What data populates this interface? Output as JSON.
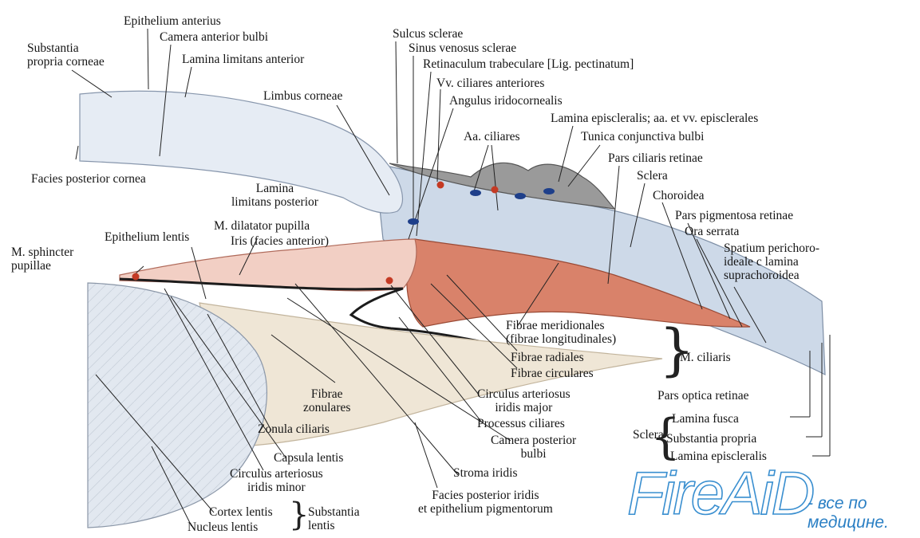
{
  "diagram": {
    "colors": {
      "cornea": "#e6ecf4",
      "sclera": "#cdd9e8",
      "iris": "#f2cfc4",
      "ciliary_muscle": "#d9826a",
      "lens": "#e2e8f0",
      "pigment": "#1c1c1c",
      "vessel_blue": "#1e3f8a",
      "vessel_red": "#c43a24",
      "conjunctiva": "#9a9a9a",
      "zonule": "#efe6d6"
    },
    "labels": [
      {
        "id": "epithelium-anterius",
        "text": "Epithelium anterius"
      },
      {
        "id": "substantia-propria-corneae",
        "lines": [
          "Substantia",
          "propria corneae"
        ]
      },
      {
        "id": "camera-anterior-bulbi",
        "text": "Camera anterior bulbi"
      },
      {
        "id": "lamina-limitans-anterior",
        "text": "Lamina limitans anterior"
      },
      {
        "id": "sulcus-sclerae",
        "text": "Sulcus sclerae"
      },
      {
        "id": "sinus-venosus-sclerae",
        "text": "Sinus venosus sclerae"
      },
      {
        "id": "retinaculum-trabeculare",
        "text": "Retinaculum trabeculare [Lig. pectinatum]"
      },
      {
        "id": "vv-ciliares-anteriores",
        "text": "Vv. ciliares anteriores"
      },
      {
        "id": "angulus-iridocornealis",
        "text": "Angulus iridocornealis"
      },
      {
        "id": "limbus-corneae",
        "text": "Limbus corneae"
      },
      {
        "id": "lamina-episcleralis-vessels",
        "text": "Lamina episcleralis; aa. et vv. episclerales"
      },
      {
        "id": "aa-ciliares",
        "text": "Aa. ciliares"
      },
      {
        "id": "tunica-conjunctiva-bulbi",
        "text": "Tunica conjunctiva bulbi"
      },
      {
        "id": "pars-ciliaris-retinae",
        "text": "Pars ciliaris retinae"
      },
      {
        "id": "sclera",
        "text": "Sclera"
      },
      {
        "id": "choroidea",
        "text": "Choroidea"
      },
      {
        "id": "pars-pigmentosa-retinae",
        "text": "Pars pigmentosa  retinae"
      },
      {
        "id": "ora-serrata",
        "text": "Ora serrata"
      },
      {
        "id": "spatium-perichoroideale",
        "lines": [
          "Spatium perichoro-",
          "ideale c lamina",
          "suprachoroidea"
        ]
      },
      {
        "id": "facies-posterior-cornea",
        "text": "Facies posterior cornea"
      },
      {
        "id": "lamina-limitans-posterior",
        "lines": [
          "Lamina",
          "limitans posterior"
        ]
      },
      {
        "id": "m-dilatator-pupilla",
        "text": "M. dilatator pupilla"
      },
      {
        "id": "iris-facies-anterior",
        "text": "Iris (facies anterior)"
      },
      {
        "id": "epithelium-lentis",
        "text": "Epithelium lentis"
      },
      {
        "id": "m-sphincter-pupillae",
        "lines": [
          "M. sphincter",
          "pupillae"
        ]
      },
      {
        "id": "fibrae-meridionales",
        "lines": [
          "Fibrae meridionales",
          "(fibrae  longitudinales)"
        ]
      },
      {
        "id": "fibrae-radiales",
        "text": "Fibrae radiales"
      },
      {
        "id": "fibrae-circulares",
        "text": "Fibrae circulares"
      },
      {
        "id": "m-ciliaris",
        "text": "M. ciliaris"
      },
      {
        "id": "circulus-arteriosus-iridis-major",
        "lines": [
          "Circulus arteriosus",
          "iridis major"
        ]
      },
      {
        "id": "processus-ciliares",
        "text": "Processus ciliares"
      },
      {
        "id": "camera-posterior-bulbi",
        "lines": [
          "Camera posterior",
          "bulbi"
        ]
      },
      {
        "id": "pars-optica-retinae",
        "text": "Pars optica retinae"
      },
      {
        "id": "fibrae-zonulares",
        "lines": [
          "Fibrae",
          "zonulares"
        ]
      },
      {
        "id": "zonula-ciliaris",
        "text": "Zonula ciliaris"
      },
      {
        "id": "capsula-lentis",
        "text": "Capsula lentis"
      },
      {
        "id": "circulus-arteriosus-iridis-minor",
        "lines": [
          "Circulus arteriosus",
          "iridis minor"
        ]
      },
      {
        "id": "stroma-iridis",
        "text": "Stroma iridis"
      },
      {
        "id": "facies-posterior-iridis",
        "lines": [
          "Facies posterior iridis",
          "et epithelium pigmentorum"
        ]
      },
      {
        "id": "sclera-group",
        "text": "Sclera"
      },
      {
        "id": "lamina-fusca",
        "text": "Lamina fusca"
      },
      {
        "id": "substantia-propria",
        "text": "Substantia propria"
      },
      {
        "id": "lamina-episcleralis",
        "text": "Lamina episcleralis"
      },
      {
        "id": "cortex-lentis",
        "text": "Cortex lentis"
      },
      {
        "id": "nucleus-lentis",
        "text": "Nucleus lentis"
      },
      {
        "id": "substantia-lentis",
        "lines": [
          "Substantia",
          "lentis"
        ]
      }
    ]
  },
  "watermark": {
    "logo": "FireAiD",
    "tagline": [
      "- все по",
      "медицине."
    ],
    "color": "#3a8fd0"
  }
}
